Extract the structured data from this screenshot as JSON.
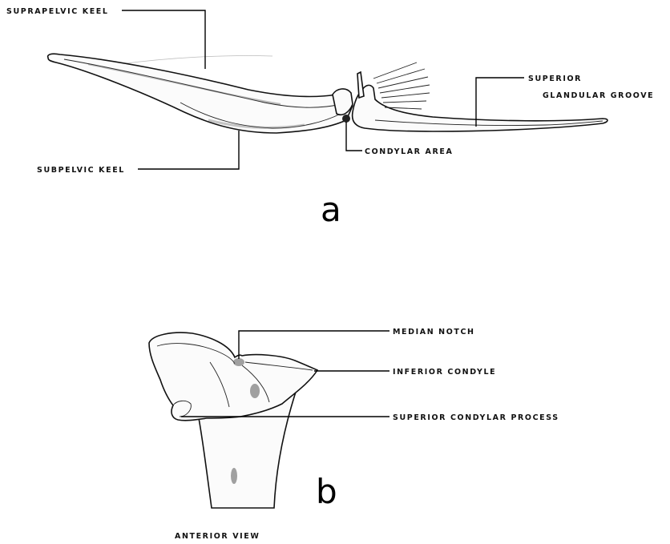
{
  "panels": {
    "a": {
      "letter": "a",
      "labels": {
        "suprapelvic_keel": "SUPRAPELVIC KEEL",
        "subpelvic_keel": "SUBPELVIC KEEL",
        "condylar_area": "CONDYLAR AREA",
        "superior_line1": "SUPERIOR",
        "superior_line2": "GLANDULAR GROOVE"
      }
    },
    "b": {
      "letter": "b",
      "labels": {
        "median_notch": "MEDIAN NOTCH",
        "inferior_condyle": "INFERIOR CONDYLE",
        "superior_condylar_process": "SUPERIOR CONDYLAR PROCESS",
        "anterior_view": "ANTERIOR VIEW"
      }
    }
  }
}
